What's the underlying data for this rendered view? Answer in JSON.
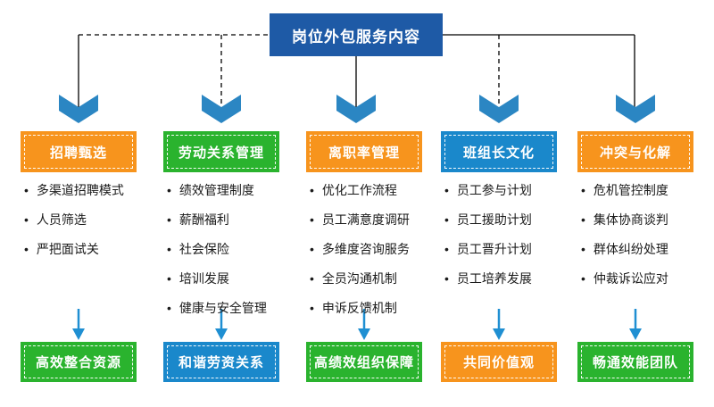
{
  "colors": {
    "dark_blue": "#1E5AA6",
    "orange": "#F7941D",
    "green": "#2AB32E",
    "blue": "#1A88CB",
    "chevron_blue": "#2B86C3",
    "small_arrow_blue": "#1F8FD2",
    "line_black": "#000000",
    "text_black": "#1A1A1A"
  },
  "root_box": {
    "title": "岗位外包服务内容"
  },
  "columns": [
    {
      "header": {
        "label": "招聘甄选",
        "color_key": "orange"
      },
      "items": [
        "多渠道招聘模式",
        "人员筛选",
        "严把面试关"
      ],
      "outcome": {
        "label": "高效整合资源",
        "color_key": "green"
      }
    },
    {
      "header": {
        "label": "劳动关系管理",
        "color_key": "green"
      },
      "items": [
        "绩效管理制度",
        "薪酬福利",
        "社会保险",
        "培训发展",
        "健康与安全管理"
      ],
      "outcome": {
        "label": "和谐劳资关系",
        "color_key": "blue"
      }
    },
    {
      "header": {
        "label": "离职率管理",
        "color_key": "orange"
      },
      "items": [
        "优化工作流程",
        "员工满意度调研",
        "多维度咨询服务",
        "全员沟通机制",
        "申诉反馈机制"
      ],
      "outcome": {
        "label": "高绩效组织保障",
        "color_key": "green"
      }
    },
    {
      "header": {
        "label": "班组长文化",
        "color_key": "blue"
      },
      "items": [
        "员工参与计划",
        "员工援助计划",
        "员工晋升计划",
        "员工培养发展"
      ],
      "outcome": {
        "label": "共同价值观",
        "color_key": "orange"
      }
    },
    {
      "header": {
        "label": "冲突与化解",
        "color_key": "orange"
      },
      "items": [
        "危机管控制度",
        "集体协商谈判",
        "群体纠纷处理",
        "仲裁诉讼应对"
      ],
      "outcome": {
        "label": "畅通效能团队",
        "color_key": "green"
      }
    }
  ]
}
